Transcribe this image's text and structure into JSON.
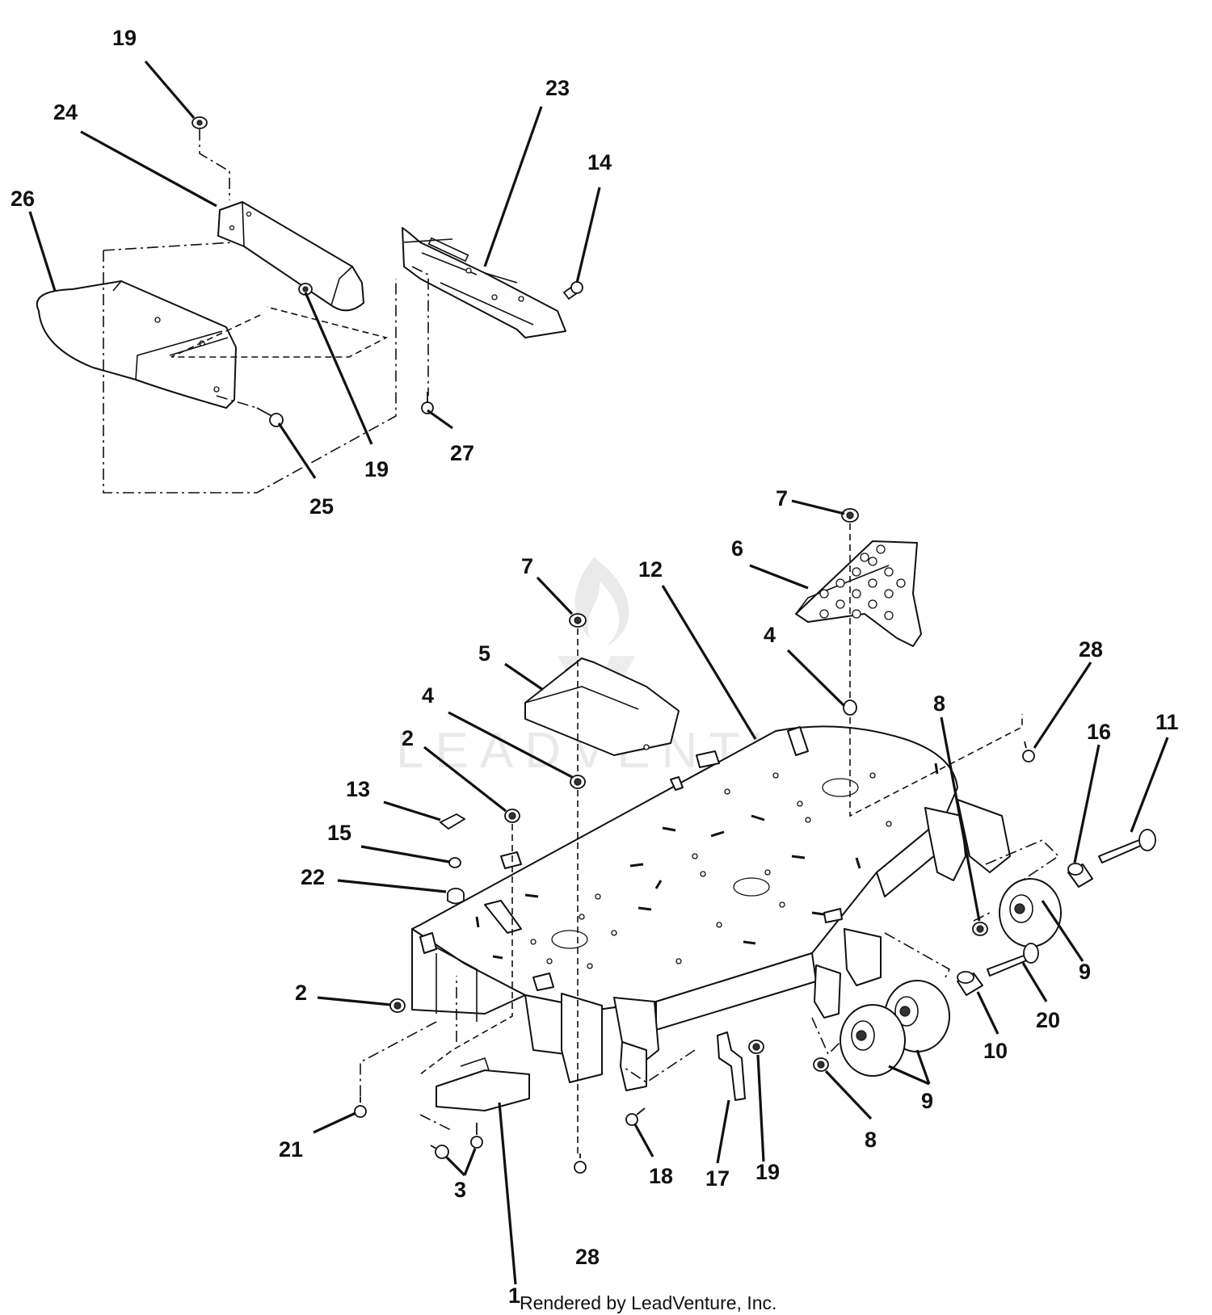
{
  "watermark": {
    "text": "LEADVENTURE"
  },
  "footer": {
    "text": "Rendered by LeadVenture, Inc."
  },
  "callouts": [
    {
      "text": "19"
    },
    {
      "text": "24"
    },
    {
      "text": "26"
    },
    {
      "text": "23"
    },
    {
      "text": "14"
    },
    {
      "text": "19"
    },
    {
      "text": "25"
    },
    {
      "text": "27"
    },
    {
      "text": "7"
    },
    {
      "text": "6"
    },
    {
      "text": "7"
    },
    {
      "text": "12"
    },
    {
      "text": "5"
    },
    {
      "text": "4"
    },
    {
      "text": "4"
    },
    {
      "text": "28"
    },
    {
      "text": "8"
    },
    {
      "text": "2"
    },
    {
      "text": "13"
    },
    {
      "text": "16"
    },
    {
      "text": "11"
    },
    {
      "text": "15"
    },
    {
      "text": "22"
    },
    {
      "text": "9"
    },
    {
      "text": "2"
    },
    {
      "text": "20"
    },
    {
      "text": "10"
    },
    {
      "text": "9"
    },
    {
      "text": "21"
    },
    {
      "text": "8"
    },
    {
      "text": "3"
    },
    {
      "text": "18"
    },
    {
      "text": "17"
    },
    {
      "text": "19"
    },
    {
      "text": "28"
    },
    {
      "text": "1"
    }
  ]
}
